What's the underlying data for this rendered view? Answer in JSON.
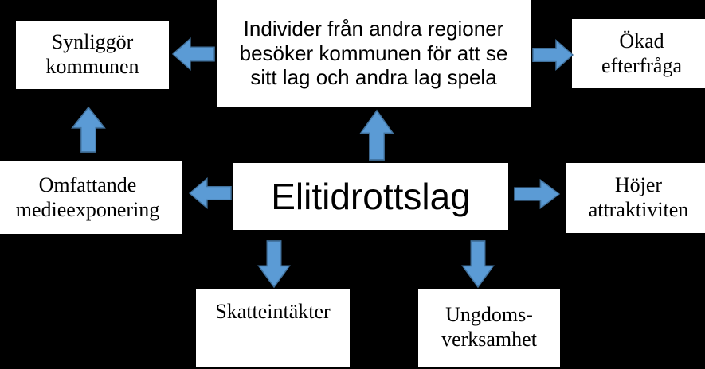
{
  "diagram": {
    "title": "Elitidrottslag effektkarta",
    "background_color": "#000000",
    "node_fill": "#ffffff",
    "node_text_color": "#000000",
    "arrow_fill": "#5B9BD5",
    "arrow_stroke": "#41719C",
    "nodes": [
      {
        "id": "synliggor",
        "lines": [
          "Synliggör",
          "kommunen"
        ],
        "text": "Synliggör kommunen",
        "font": "serif"
      },
      {
        "id": "besokare",
        "lines": [
          "Individer från andra regioner",
          "besöker kommunen för att se",
          "sitt lag och andra lag spela"
        ],
        "text": "Individer från andra regioner besöker kommunen för att se sitt lag och andra lag spela",
        "font": "sans"
      },
      {
        "id": "okad_efterfraga",
        "lines": [
          "Ökad",
          "efterfråga"
        ],
        "text": "Ökad efterfråga",
        "font": "serif"
      },
      {
        "id": "medieexponering",
        "lines": [
          "Omfattande",
          "medieexponering"
        ],
        "text": "Omfattande medieexponering",
        "font": "serif"
      },
      {
        "id": "elitidrottslag",
        "lines": [
          "Elitidrottslag"
        ],
        "text": "Elitidrottslag",
        "font": "sans"
      },
      {
        "id": "hojer_attraktiviten",
        "lines": [
          "Höjer",
          "attraktiviten"
        ],
        "text": "Höjer attraktiviten",
        "font": "serif"
      },
      {
        "id": "skatteintakter",
        "lines": [
          "Skatteintäkter"
        ],
        "text": "Skatteintäkter",
        "font": "serif"
      },
      {
        "id": "ungdomsverksamhet",
        "lines": [
          "Ungdoms-",
          "verksamhet"
        ],
        "text": "Ungdoms-verksamhet",
        "font": "serif"
      }
    ],
    "arrows": [
      {
        "id": "top_left",
        "direction": "left",
        "from": "besokare",
        "to": "synliggor"
      },
      {
        "id": "top_right",
        "direction": "right",
        "from": "besokare",
        "to": "okad_efterfraga"
      },
      {
        "id": "up_left",
        "direction": "up",
        "from": "medieexponering",
        "to": "synliggor"
      },
      {
        "id": "up_center",
        "direction": "up",
        "from": "elitidrottslag",
        "to": "besokare"
      },
      {
        "id": "mid_left",
        "direction": "left",
        "from": "elitidrottslag",
        "to": "medieexponering"
      },
      {
        "id": "mid_right",
        "direction": "right",
        "from": "elitidrottslag",
        "to": "hojer_attraktiviten"
      },
      {
        "id": "down_left",
        "direction": "down",
        "from": "elitidrottslag",
        "to": "skatteintakter"
      },
      {
        "id": "down_right",
        "direction": "down",
        "from": "elitidrottslag",
        "to": "ungdomsverksamhet"
      }
    ]
  }
}
